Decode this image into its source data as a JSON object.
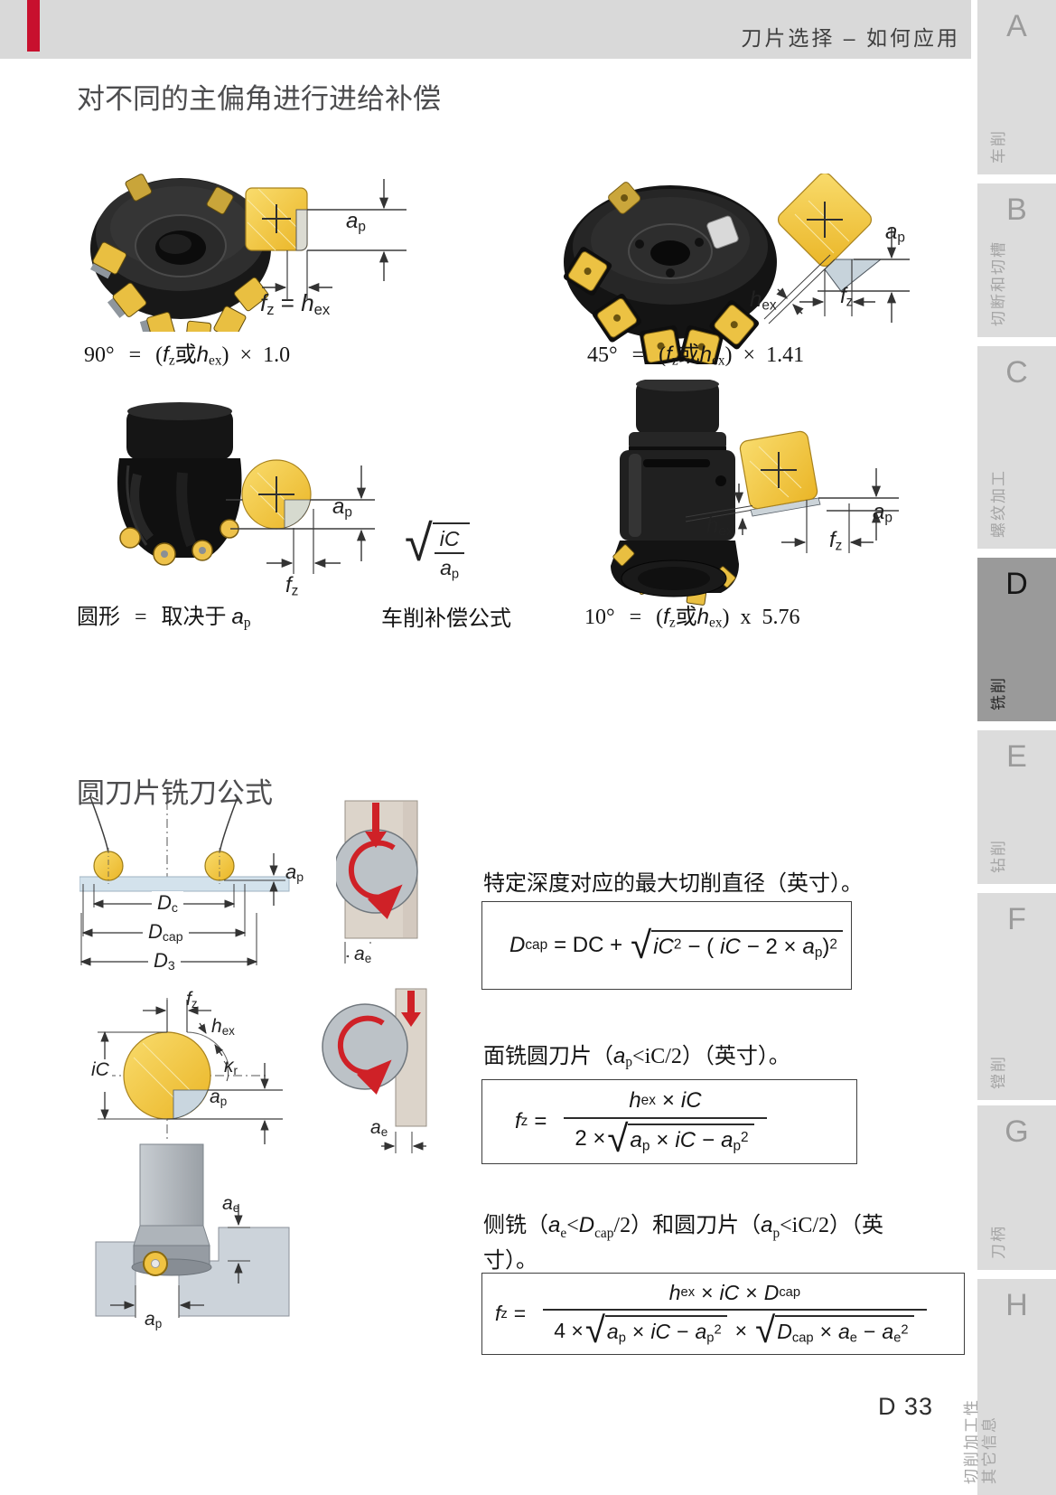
{
  "header": {
    "title": "刀片选择 – 如何应用"
  },
  "page_number": "D 33",
  "sidebar": {
    "tabs": [
      {
        "letter": "A",
        "label": "车削"
      },
      {
        "letter": "B",
        "label": "切断和切槽"
      },
      {
        "letter": "C",
        "label": "螺纹加工"
      },
      {
        "letter": "D",
        "label": "铣削"
      },
      {
        "letter": "E",
        "label": "钻削"
      },
      {
        "letter": "F",
        "label": "镗削"
      },
      {
        "letter": "G",
        "label": "刀柄"
      },
      {
        "letter": "H",
        "label": "切削加工性",
        "label2": "其它信息"
      }
    ]
  },
  "section1": {
    "title": "对不同的主偏角进行进给补偿",
    "cap90": {
      "angle": "90°",
      "op": "×",
      "val": "1.0"
    },
    "cap45": {
      "angle": "45°",
      "op": "×",
      "val": "1.41"
    },
    "cap10": {
      "angle": "10°",
      "op": "x",
      "val": "5.76"
    },
    "cap_round": {
      "name": "圆形",
      "dep": "取决于"
    },
    "turning_label": "车削补偿公式"
  },
  "section2": {
    "title": "圆刀片铣刀公式",
    "l1": "特定深度对应的最大切削直径（英寸）。",
    "l2a": "面铣圆刀片（",
    "l2b": "<iC/2）（英寸）。",
    "l3a": "侧铣（",
    "l3b": "<",
    "l3c": "/2）和圆刀片（",
    "l3d": "<iC/2）（英",
    "l3e": "寸）。",
    "f1": {
      "eq": "= DC +",
      "m1": "− (",
      "m2": "− 2 ×",
      "rp": ")"
    },
    "f2": {
      "den_pre": "2 ×"
    },
    "f3": {
      "den_pre": "4 ×"
    }
  },
  "sym": {
    "a": "a",
    "p": "p",
    "e": "e",
    "f": "f",
    "z": "z",
    "h": "h",
    "ex": "ex",
    "D": "D",
    "c": "c",
    "cap": "cap",
    "n3": "3",
    "iC": "iC",
    "kappa": "κ",
    "r": "r",
    "eq": "=",
    "or": "或",
    "lp": "(",
    "rp": ")",
    "times": "×",
    "minus": "−",
    "sup2": "2",
    "rad": "√"
  }
}
